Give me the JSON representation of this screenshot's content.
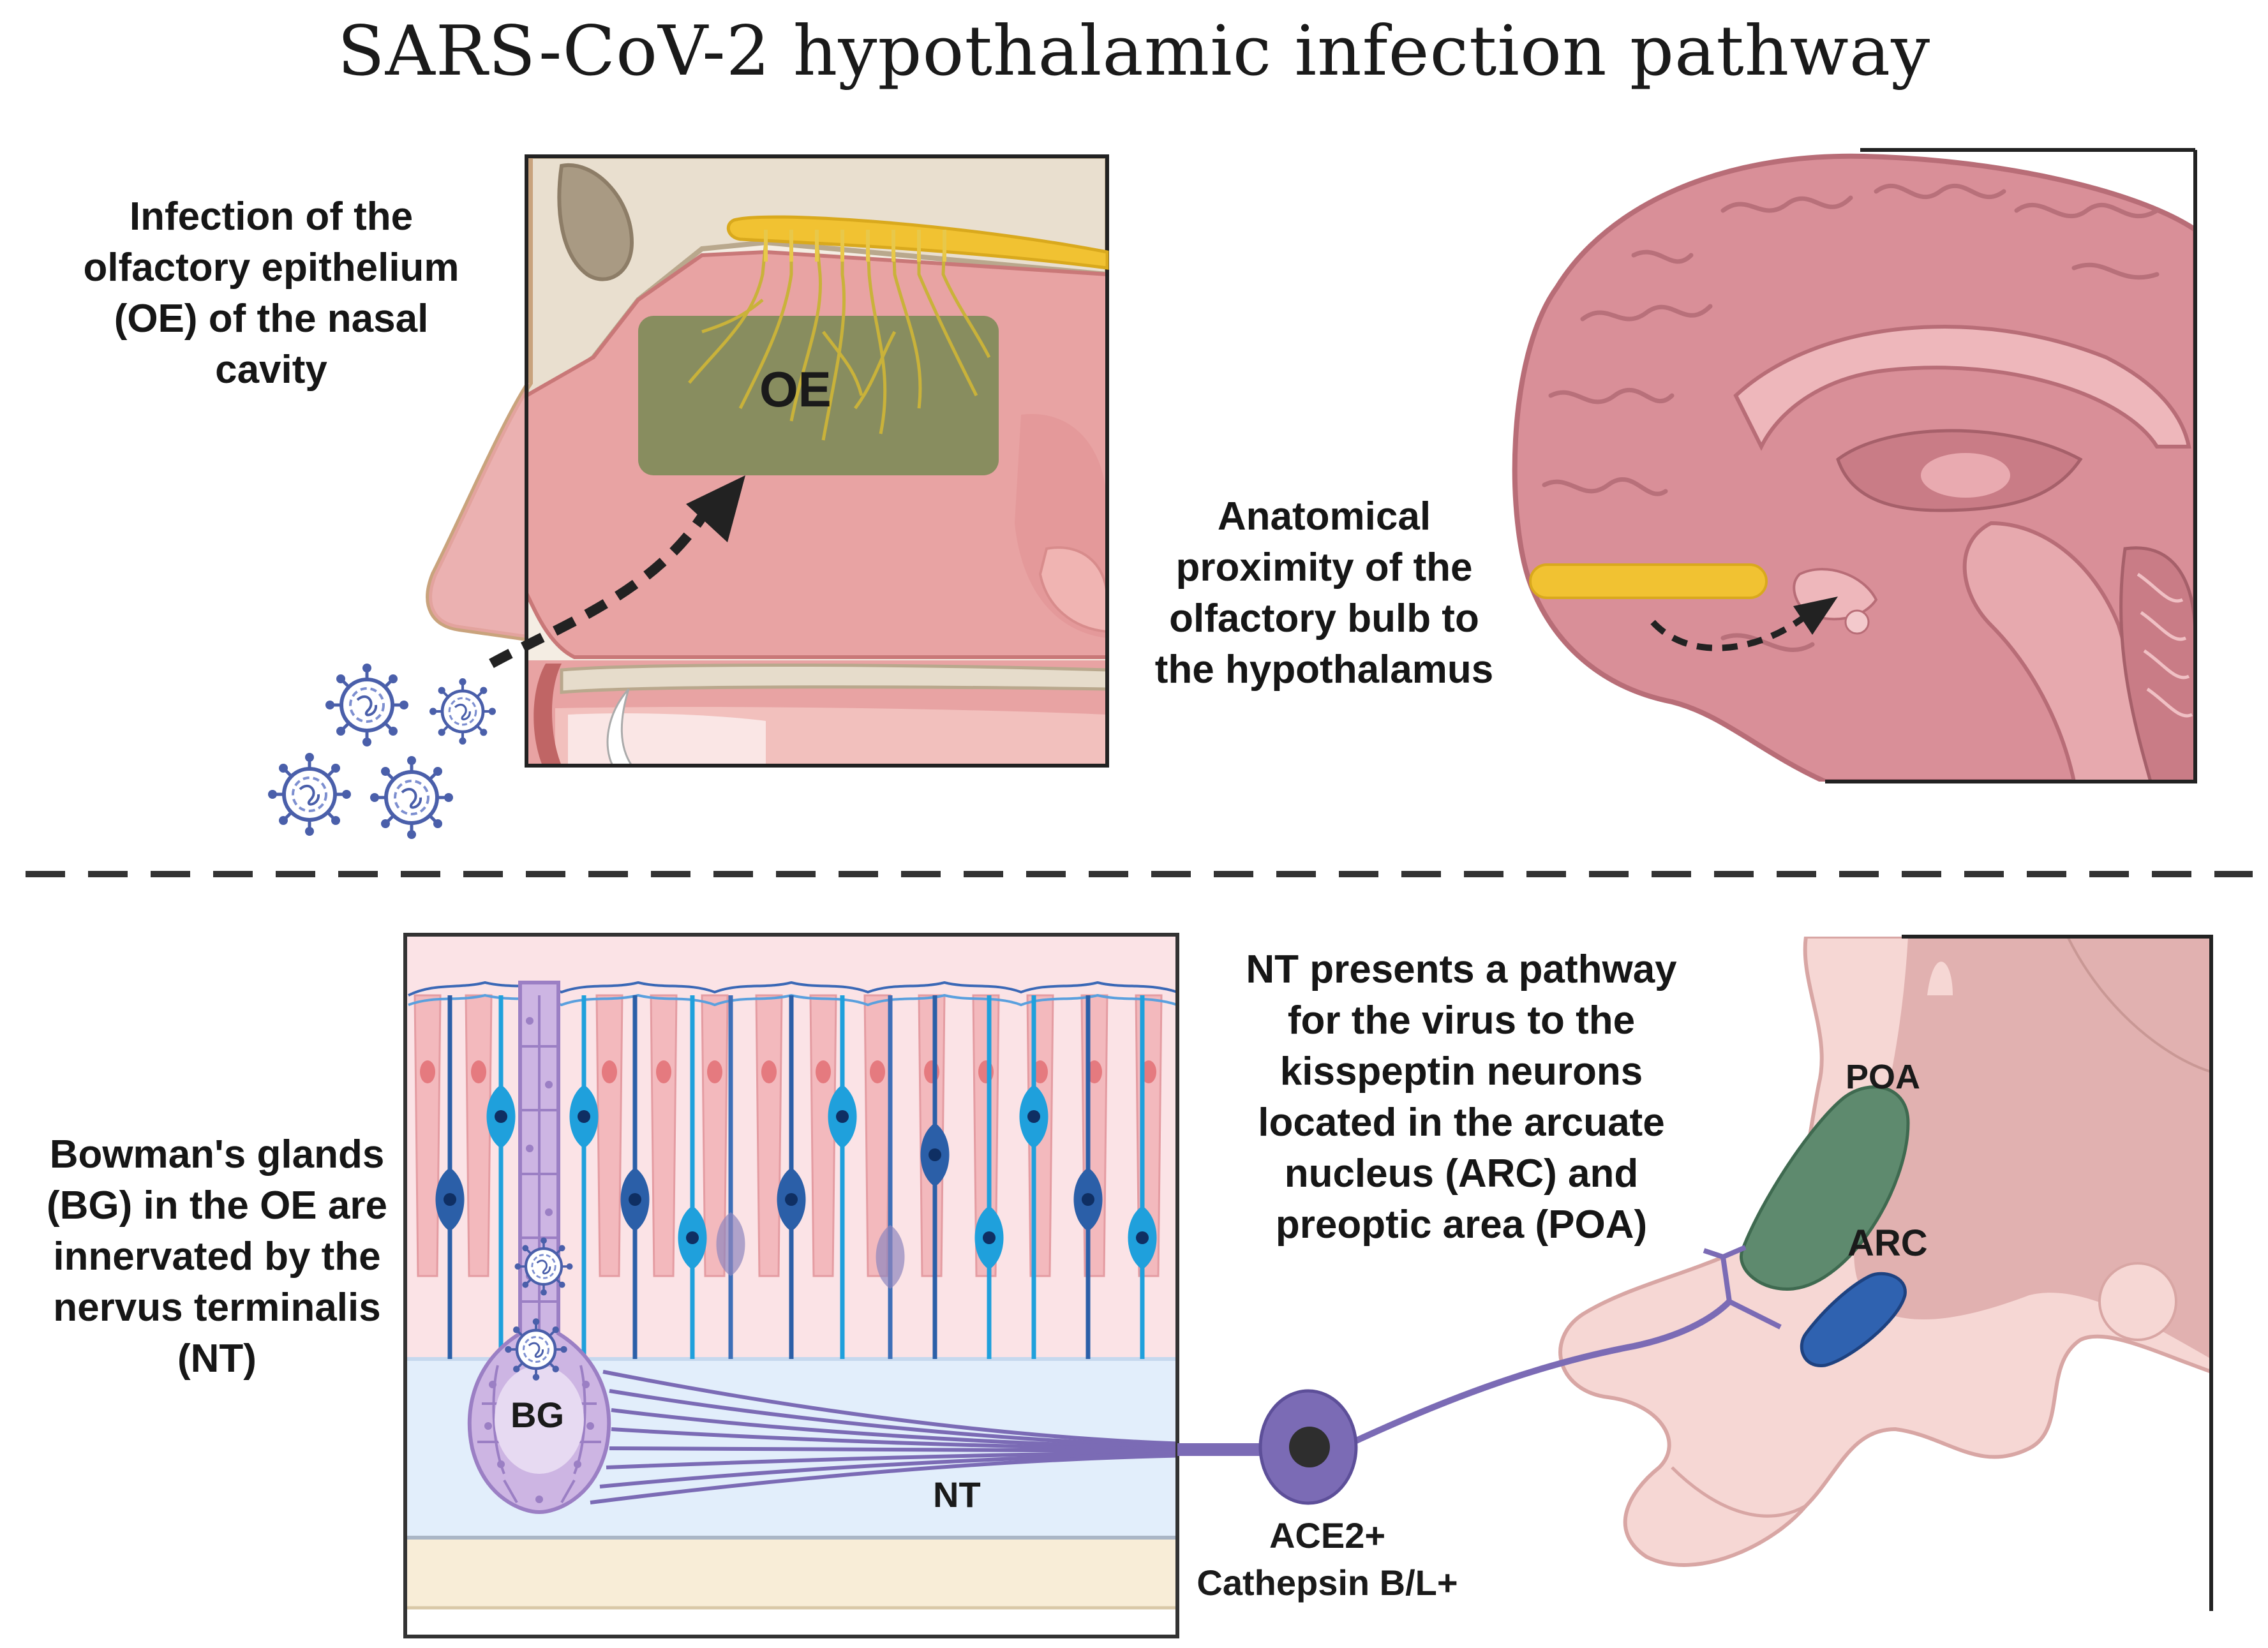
{
  "title": "SARS-CoV-2 hypothalamic infection pathway",
  "panels": {
    "nasal": {
      "caption": [
        "Infection of the",
        "olfactory epithelium",
        "(OE) of the nasal",
        "cavity"
      ],
      "oe_label": "OE"
    },
    "brain": {
      "caption": [
        "Anatomical",
        "proximity of the",
        "olfactory bulb to",
        "the hypothalamus"
      ]
    },
    "epithelium": {
      "caption": [
        "Bowman's glands",
        "(BG) in the OE are",
        "innervated by the",
        "nervus terminalis",
        "(NT)"
      ],
      "bg_label": "BG",
      "nt_label": "NT"
    },
    "hypothalamus": {
      "caption": [
        "NT presents a pathway",
        "for the virus to the",
        "kisspeptin neurons",
        "located in the arcuate",
        "nucleus (ARC) and",
        "preoptic area (POA)"
      ],
      "poa_label": "POA",
      "arc_label": "ARC",
      "neuron_markers": [
        "ACE2+",
        "Cathepsin B/L+"
      ]
    }
  },
  "colors": {
    "nasal_tissue": "#e8a3a3",
    "oe_green": "#7a8a55",
    "olfactory_yellow": "#f1c232",
    "brain_pink": "#d98f98",
    "nerve_purple": "#7b6bb5",
    "gland_lilac": "#cdb5e3",
    "neuron_blue": "#2b73c2",
    "poa_green": "#5e8a6e",
    "arc_blue": "#2f62b0",
    "virus_blue": "#4a5faa"
  }
}
